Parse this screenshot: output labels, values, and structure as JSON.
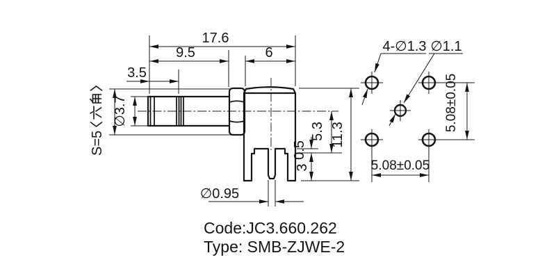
{
  "side_view": {
    "dimensions": {
      "overall_length": "17.6",
      "body_length": "9.5",
      "front_section": "3.5",
      "block_width": "6",
      "hex_flats": "S=5〈六角〉",
      "interface_diameter": "∅3.7",
      "insulator_offset": "0.5",
      "axis_to_base": "5.3",
      "overall_height": "11.3",
      "pin_length": "3",
      "pin_diameter": "∅0.95"
    }
  },
  "footprint_view": {
    "dimensions": {
      "corner_holes": "4-∅1.3",
      "center_hole": "∅1.1",
      "vertical_pitch": "5.08±0.05",
      "horizontal_pitch": "5.08±0.05"
    }
  },
  "caption": {
    "code": "Code:JC3.660.262",
    "type": "Type: SMB-ZJWE-2"
  },
  "colors": {
    "line": "#141414",
    "background": "#ffffff"
  }
}
